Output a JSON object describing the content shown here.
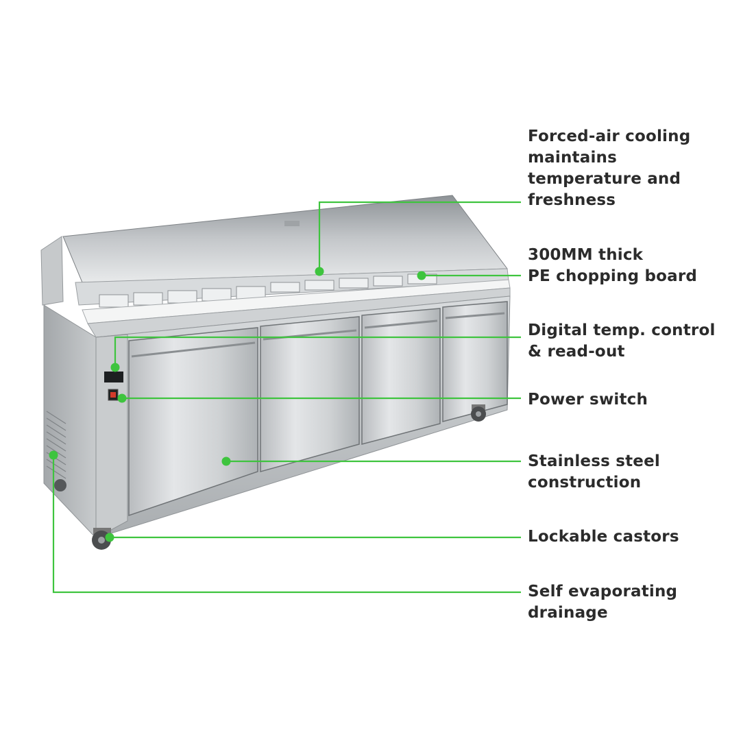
{
  "accent_color": "#3ec43e",
  "product": {
    "icon": "refrigerated-prep-counter-illustration"
  },
  "features": [
    {
      "lines": [
        "Forced-air cooling",
        "maintains",
        "temperature and",
        "freshness"
      ]
    },
    {
      "lines": [
        "300MM thick",
        "PE chopping board"
      ]
    },
    {
      "lines": [
        "Digital temp. control",
        "& read-out"
      ]
    },
    {
      "lines": [
        "Power switch"
      ]
    },
    {
      "lines": [
        "Stainless steel",
        "construction"
      ]
    },
    {
      "lines": [
        "Lockable castors"
      ]
    },
    {
      "lines": [
        "Self evaporating",
        "drainage"
      ]
    }
  ]
}
